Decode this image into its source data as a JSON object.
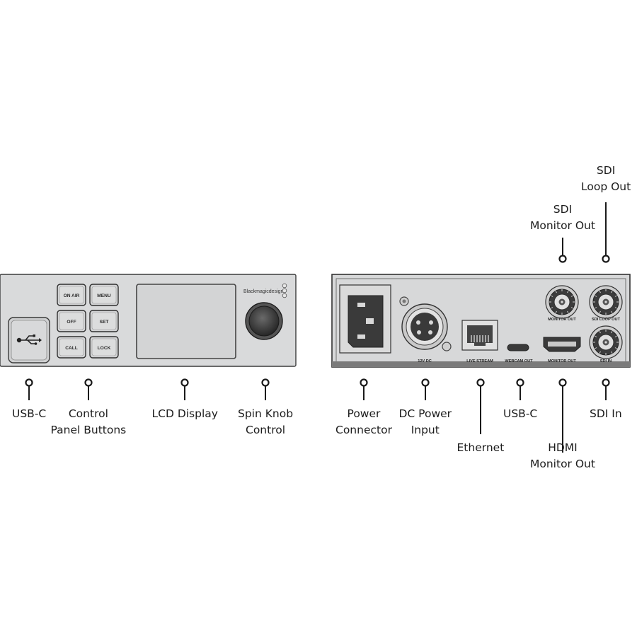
{
  "front_panel": {
    "buttons": [
      "ON AIR",
      "MENU",
      "OFF",
      "SET",
      "CALL",
      "LOCK"
    ],
    "brand": "Blackmagicdesign",
    "usb_icon": "usb-icon"
  },
  "rear_panel": {
    "port_labels": {
      "dc": "12V DC",
      "live": "LIVE STREAM",
      "webcam": "WEBCAM OUT",
      "hdmi": "MONITOR OUT",
      "sdi_monitor": "MONITOR OUT",
      "sdi_loop": "SDI LOOP OUT",
      "sdi_in": "SDI IN"
    }
  },
  "callouts": {
    "front_usbc": [
      "USB-C"
    ],
    "control_buttons": [
      "Control",
      "Panel Buttons"
    ],
    "lcd": [
      "LCD Display"
    ],
    "spin_knob": [
      "Spin Knob",
      "Control"
    ],
    "power_connector": [
      "Power",
      "Connector"
    ],
    "dc_power": [
      "DC Power",
      "Input"
    ],
    "ethernet": [
      "Ethernet"
    ],
    "rear_usbc": [
      "USB-C"
    ],
    "hdmi_out": [
      "HDMI",
      "Monitor Out"
    ],
    "sdi_in": [
      "SDI In"
    ],
    "sdi_monitor": [
      "SDI",
      "Monitor Out"
    ],
    "sdi_loop": [
      "SDI",
      "Loop Out"
    ]
  },
  "colors": {
    "panel_fill": "#d9dadb",
    "panel_stroke": "#3c3c3c",
    "dark": "#2a2a2a",
    "line": "#1a1a1a"
  }
}
